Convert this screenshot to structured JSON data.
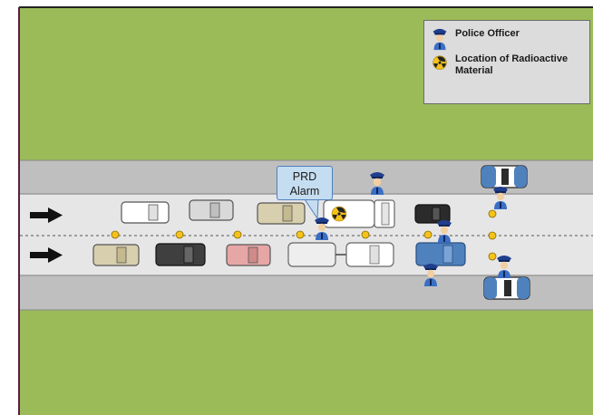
{
  "legend": {
    "items": [
      {
        "icon": "police-officer-icon",
        "label": "Police Officer"
      },
      {
        "icon": "radioactive-icon",
        "label": "Location of Radioactive Material"
      }
    ]
  },
  "callout": {
    "line1": "PRD",
    "line2": "Alarm"
  },
  "colors": {
    "grass": "#9bbb59",
    "shoulder": "#bfbfbf",
    "lane": "#e6e6e6",
    "pylon": "#f5c21b",
    "officer_blue": "#3a6fc4",
    "car_blue": "#4f81bd"
  }
}
